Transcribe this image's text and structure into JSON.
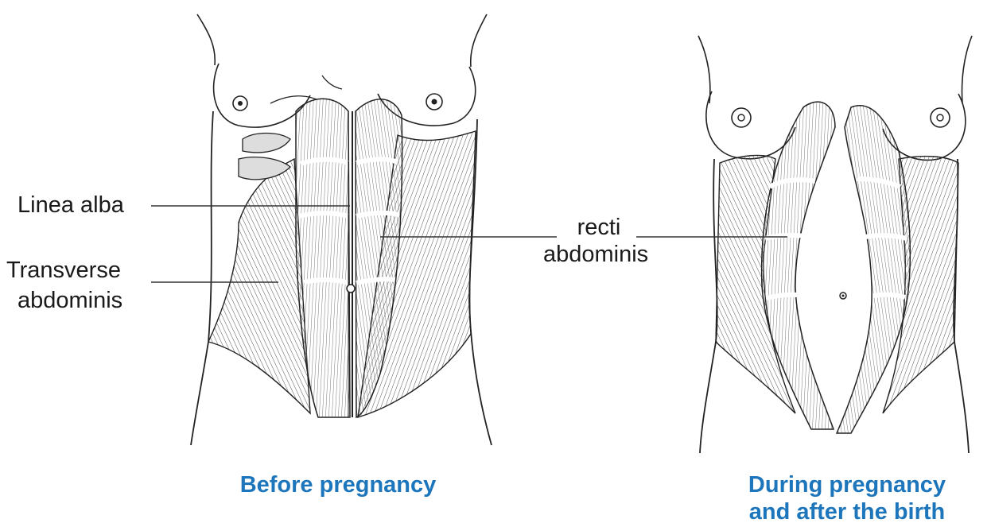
{
  "labels": {
    "linea_alba": "Linea alba",
    "transverse_line1": "Transverse",
    "transverse_line2": "abdominis",
    "recti_line1": "recti",
    "recti_line2": "abdominis"
  },
  "captions": {
    "before": "Before pregnancy",
    "during_line1": "During pregnancy",
    "during_line2": "and after the birth"
  },
  "colors": {
    "caption": "#1d76bb",
    "label": "#1a1a1a",
    "line": "#333333"
  }
}
